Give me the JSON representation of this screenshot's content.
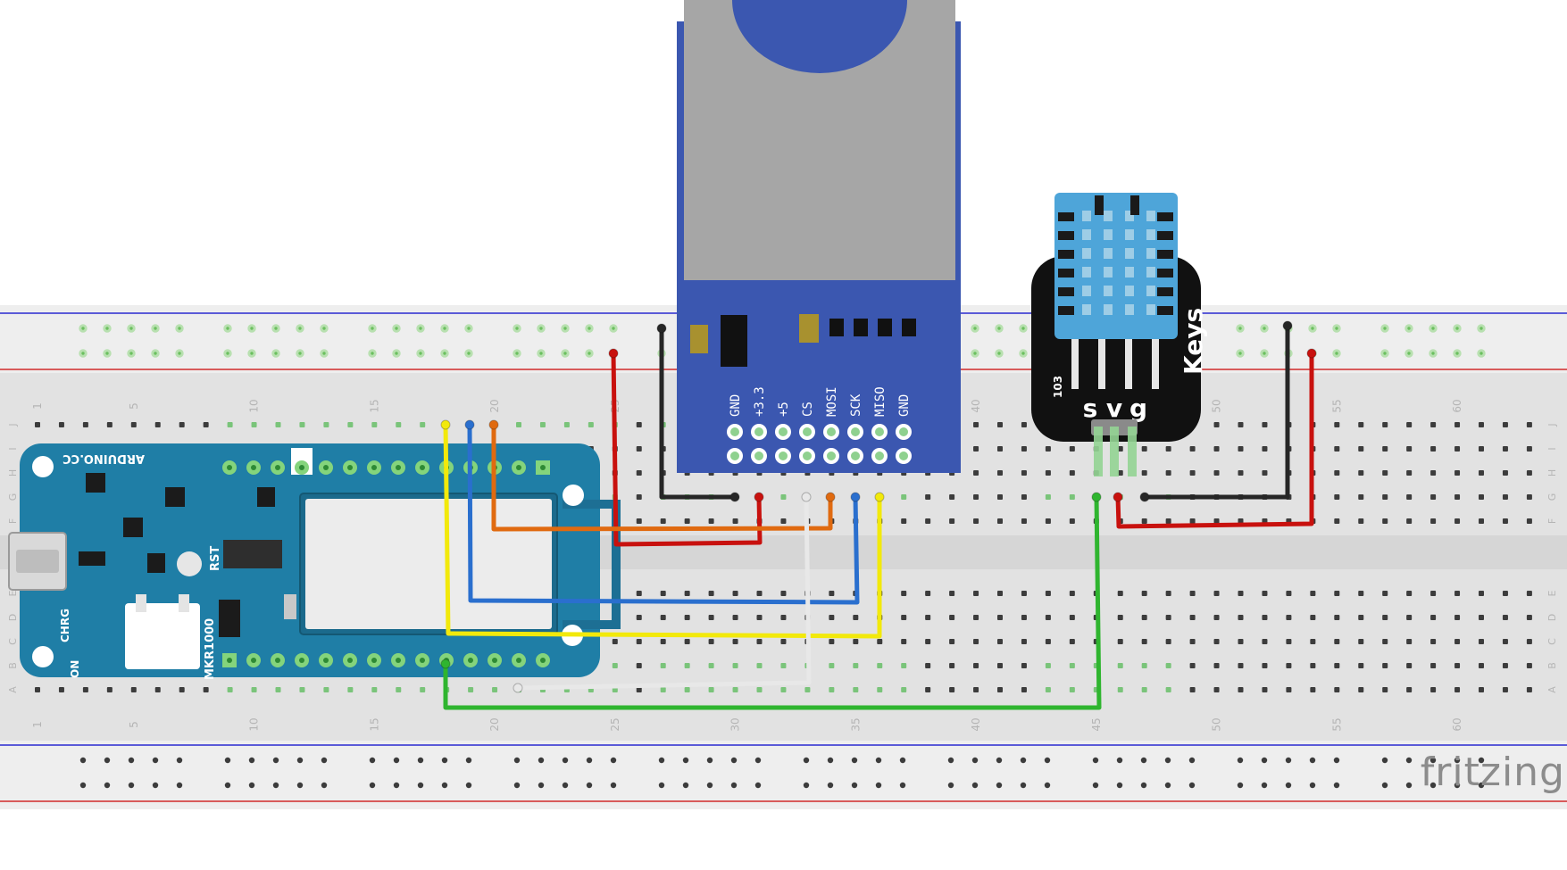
{
  "brand": {
    "name": "fritzing"
  },
  "breadboard": {
    "column_numbers": [
      "1",
      "5",
      "10",
      "15",
      "20",
      "25",
      "30",
      "35",
      "40",
      "45",
      "50",
      "55",
      "60"
    ],
    "row_letters_top": [
      "J",
      "I",
      "H",
      "G",
      "F"
    ],
    "row_letters_bottom": [
      "E",
      "D",
      "C",
      "B",
      "A"
    ]
  },
  "arduino": {
    "top_label": "ARDUINO.CC",
    "model_label": "MKR1000",
    "reset_label": "RST",
    "charge_label": "CHRG",
    "on_label": "ON"
  },
  "sd_module": {
    "pin_labels": [
      "GND",
      "+3.3",
      "+5",
      "CS",
      "MOSI",
      "SCK",
      "MISO",
      "GND"
    ]
  },
  "dht_sensor": {
    "brand_label": "Keys",
    "part_label": "103",
    "pin_labels": [
      "s",
      "v",
      "g"
    ]
  },
  "wire_colors": {
    "red": "#c8110e",
    "black": "#262626",
    "orange": "#e06a10",
    "blue": "#2a6fce",
    "yellow": "#f2e90b",
    "white": "#e8e8e8",
    "green": "#2fb52f"
  }
}
